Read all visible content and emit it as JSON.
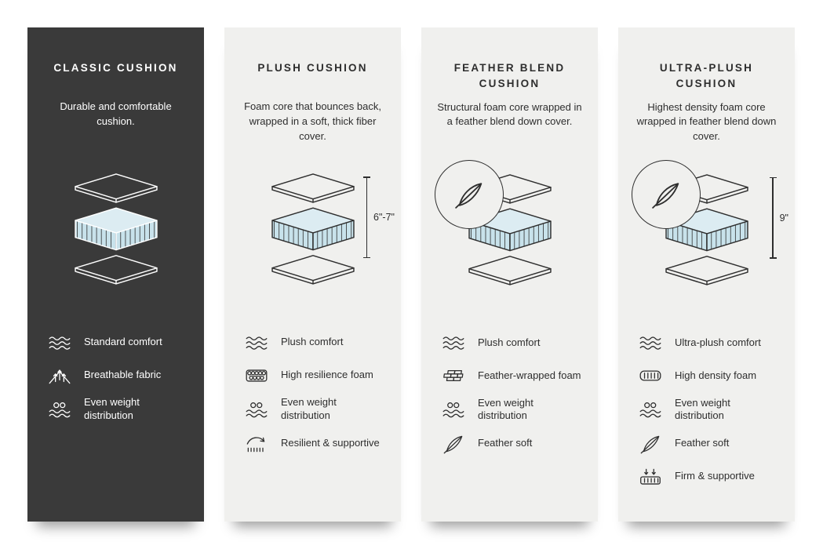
{
  "colors": {
    "dark_card_bg": "#3a3a3a",
    "light_card_bg": "#f0f0ee",
    "foam_top": "#dcecf2",
    "foam_side": "#c8e2eb",
    "outline": "#2e2e2e"
  },
  "columns": [
    {
      "theme": "dark",
      "title": "CLASSIC CUSHION",
      "description": "Durable and comfortable cushion.",
      "features": [
        {
          "icon": "waves-icon",
          "label": "Standard comfort"
        },
        {
          "icon": "breathable-fabric-icon",
          "label": "Breathable fabric"
        },
        {
          "icon": "weight-distribution-icon",
          "label": "Even weight distribution"
        }
      ]
    },
    {
      "theme": "light",
      "title": "PLUSH CUSHION",
      "description": "Foam core that bounces back, wrapped in a soft, thick fiber cover.",
      "measurement": "6\"-7\"",
      "features": [
        {
          "icon": "waves-icon",
          "label": "Plush comfort"
        },
        {
          "icon": "resilience-foam-icon",
          "label": "High resilience foam"
        },
        {
          "icon": "weight-distribution-icon",
          "label": "Even weight distribution"
        },
        {
          "icon": "spring-icon",
          "label": "Resilient & supportive"
        }
      ]
    },
    {
      "theme": "light",
      "title": "FEATHER BLEND CUSHION",
      "description": "Structural foam core wrapped in a feather blend down cover.",
      "feather_badge": true,
      "features": [
        {
          "icon": "waves-icon",
          "label": "Plush comfort"
        },
        {
          "icon": "wrapped-foam-icon",
          "label": "Feather-wrapped foam"
        },
        {
          "icon": "weight-distribution-icon",
          "label": "Even weight distribution"
        },
        {
          "icon": "feather-icon",
          "label": "Feather soft"
        }
      ]
    },
    {
      "theme": "light",
      "title": "ULTRA-PLUSH CUSHION",
      "description": "Highest density foam core wrapped in feather blend down cover.",
      "measurement": "9\"",
      "feather_badge": true,
      "features": [
        {
          "icon": "waves-icon",
          "label": "Ultra-plush comfort"
        },
        {
          "icon": "density-foam-icon",
          "label": "High density foam"
        },
        {
          "icon": "weight-distribution-icon",
          "label": "Even weight distribution"
        },
        {
          "icon": "feather-icon",
          "label": "Feather soft"
        },
        {
          "icon": "mattress-icon",
          "label": "Firm & supportive"
        }
      ]
    }
  ]
}
